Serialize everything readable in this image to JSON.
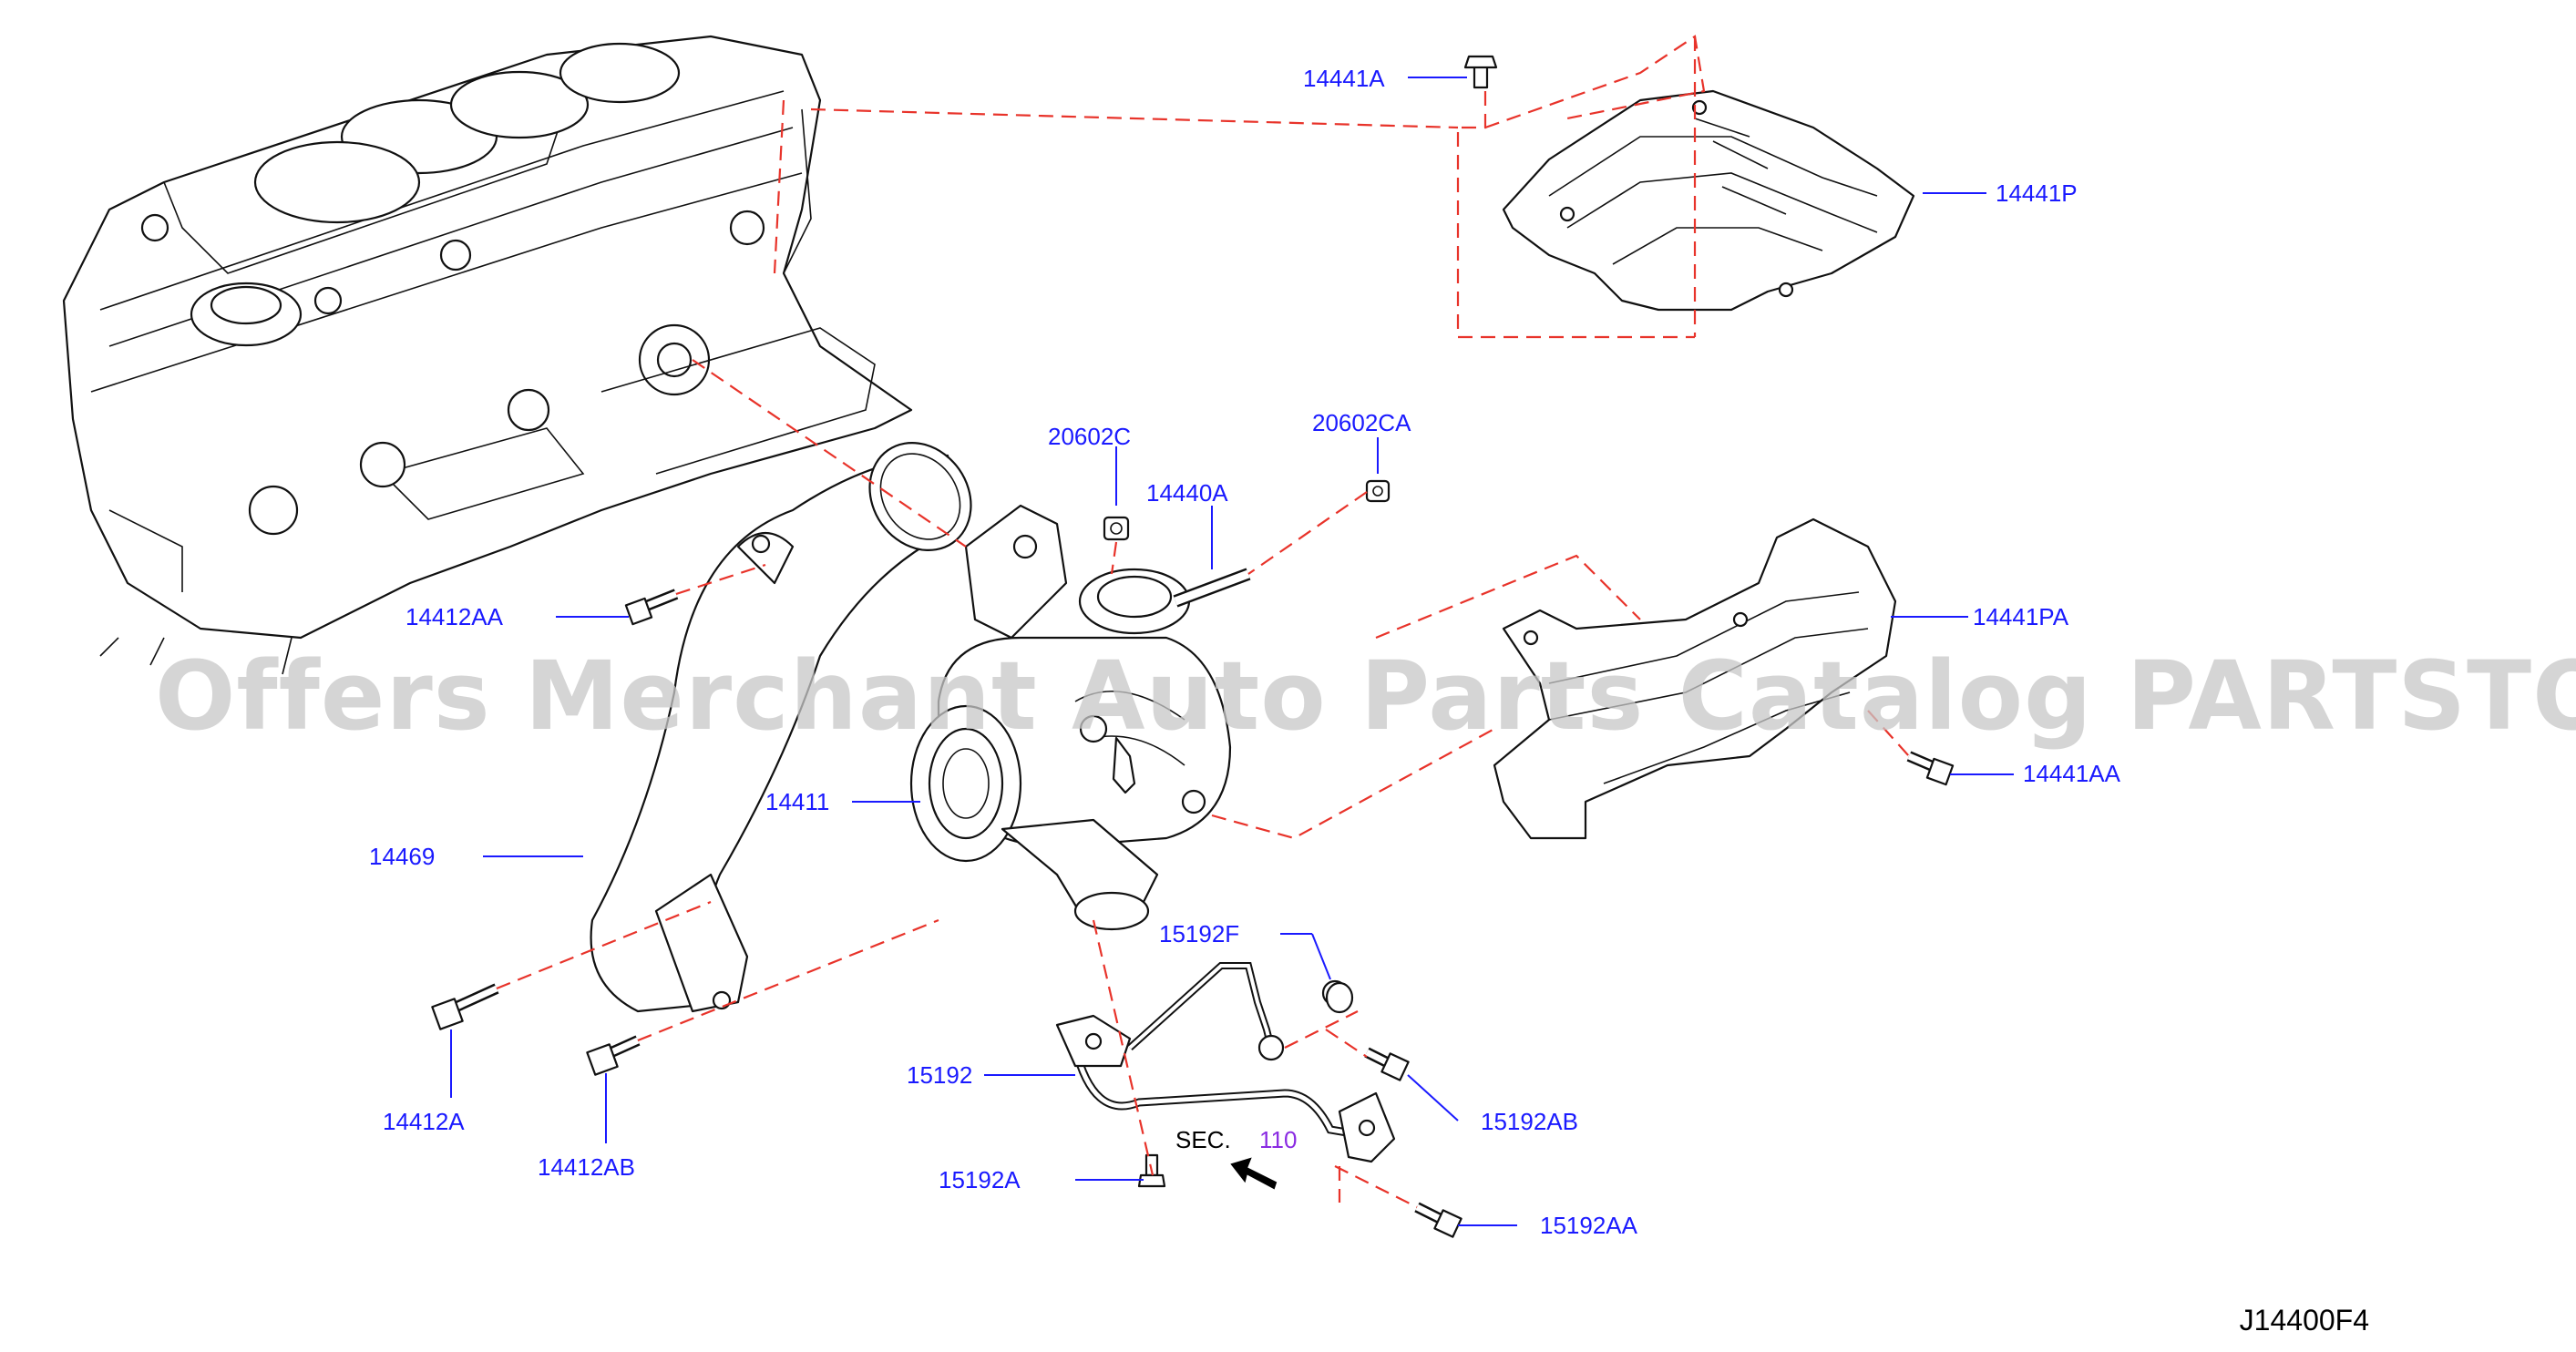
{
  "watermark": "Offers Merchant Auto Parts Catalog PARTSTORE.SA",
  "diagram_code": "J14400F4",
  "sec_ref": {
    "label": "SEC.",
    "number": "110"
  },
  "callouts": {
    "c_14441A": "14441A",
    "c_14441P": "14441P",
    "c_20602C": "20602C",
    "c_20602CA": "20602CA",
    "c_14440A": "14440A",
    "c_14441PA": "14441PA",
    "c_14412AA": "14412AA",
    "c_14441AA": "14441AA",
    "c_14411": "14411",
    "c_14469": "14469",
    "c_15192F": "15192F",
    "c_15192": "15192",
    "c_15192AB": "15192AB",
    "c_14412A": "14412A",
    "c_14412AB": "14412AB",
    "c_15192A": "15192A",
    "c_15192AA": "15192AA"
  },
  "colors": {
    "callout": "#1a1aff",
    "dashed_line": "#e8332a",
    "sec_number": "#8a2be2",
    "watermark": "#c8c8c8"
  }
}
